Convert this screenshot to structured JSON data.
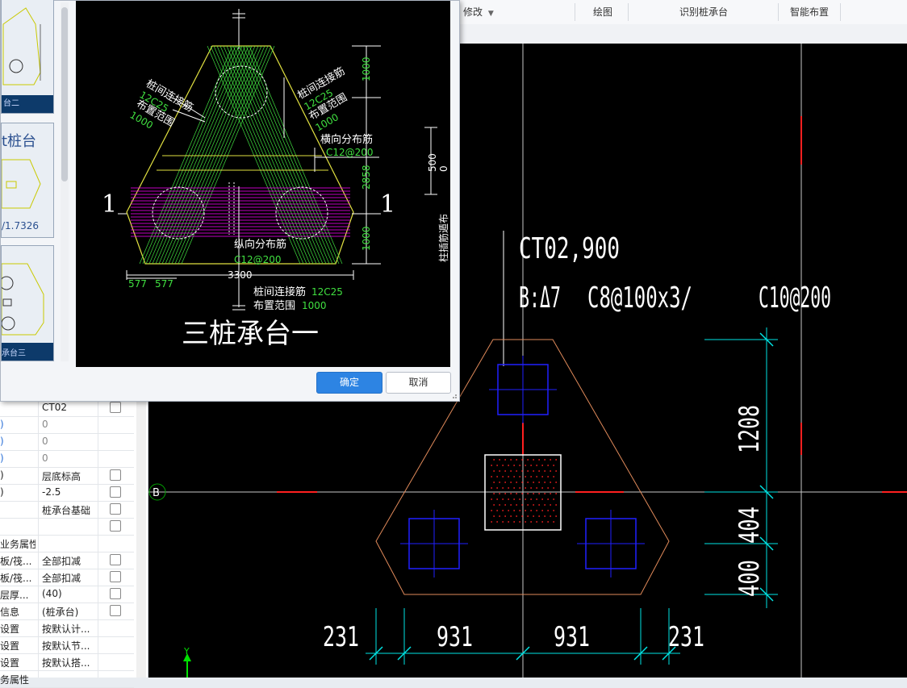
{
  "toolbar": {
    "modify_label": "修改",
    "draw_label": "绘图",
    "identify_label": "识别桩承台",
    "smart_layout_label": "智能布置"
  },
  "dialog": {
    "thumbnails": [
      {
        "caption": "台二"
      },
      {
        "title": "t桩台",
        "ratio": "/1.7326"
      },
      {
        "caption": "承台三"
      }
    ],
    "preview": {
      "title": "三桩承台一",
      "section_mark_left": "1",
      "section_mark_right": "1",
      "label_link_left": "桩间连接筋",
      "label_link_left_spec": "12C25",
      "label_range_left": "布置范围",
      "label_range_left_val": "1000",
      "label_link_right": "桩间连接筋",
      "label_link_right_spec": "12C25",
      "label_range_right": "布置范围",
      "label_range_right_val": "1000",
      "label_transverse": "横向分布筋",
      "label_transverse_spec": "C12@200",
      "label_longitudinal": "纵向分布筋",
      "label_longitudinal_spec": "C12@200",
      "label_link_bottom": "桩间连接筋",
      "label_link_bottom_spec": "12C25",
      "label_range_bottom": "布置范围",
      "label_range_bottom_val": "1000",
      "dim_top": "1000",
      "dim_mid": "2858",
      "dim_bottom": "1000",
      "dim_width": "3300",
      "dim_577a": "577",
      "dim_577b": "577",
      "dim_500": "500",
      "dim_0": "0",
      "side_text": "柱插筋遁布"
    },
    "ok_label": "确定",
    "cancel_label": "取消"
  },
  "properties": {
    "rows": [
      {
        "key": "",
        "value": "CT02",
        "checkbox": true,
        "value_gray": false,
        "key_blue": false
      },
      {
        "key": ")",
        "value": "0",
        "checkbox": false,
        "value_gray": true,
        "key_blue": true
      },
      {
        "key": ")",
        "value": "0",
        "checkbox": false,
        "value_gray": true,
        "key_blue": true
      },
      {
        "key": ")",
        "value": "0",
        "checkbox": false,
        "value_gray": true,
        "key_blue": true
      },
      {
        "key": ")",
        "value": "层底标高",
        "checkbox": true,
        "value_gray": false,
        "key_blue": false
      },
      {
        "key": ")",
        "value": "-2.5",
        "checkbox": true,
        "value_gray": false,
        "key_blue": false
      },
      {
        "key": "",
        "value": "桩承台基础",
        "checkbox": true,
        "value_gray": false,
        "key_blue": false
      },
      {
        "key": "",
        "value": "",
        "checkbox": true,
        "value_gray": false,
        "key_blue": false
      },
      {
        "key": "业务属性",
        "value": "",
        "checkbox": false,
        "value_gray": false,
        "key_blue": false
      },
      {
        "key": "板/筏...",
        "value": "全部扣减",
        "checkbox": true,
        "value_gray": false,
        "key_blue": false
      },
      {
        "key": "板/筏...",
        "value": "全部扣减",
        "checkbox": true,
        "value_gray": false,
        "key_blue": false
      },
      {
        "key": "层厚...",
        "value": "(40)",
        "checkbox": true,
        "value_gray": false,
        "key_blue": false
      },
      {
        "key": "信息",
        "value": "(桩承台)",
        "checkbox": true,
        "value_gray": false,
        "key_blue": false
      },
      {
        "key": "设置",
        "value": "按默认计...",
        "checkbox": false,
        "value_gray": false,
        "key_blue": false
      },
      {
        "key": "设置",
        "value": "按默认节...",
        "checkbox": false,
        "value_gray": false,
        "key_blue": false
      },
      {
        "key": "设置",
        "value": "按默认搭...",
        "checkbox": false,
        "value_gray": false,
        "key_blue": false
      },
      {
        "key": "务属性",
        "value": "",
        "checkbox": false,
        "value_gray": false,
        "key_blue": false
      }
    ]
  },
  "canvas": {
    "element_name": "CT02,900",
    "rebar_label_a": "B:Δ7",
    "rebar_label_b": "C8@100x3/",
    "rebar_label_c": "C10@200",
    "axis_label": "B",
    "axis_y": "Y",
    "dim_1208": "1208",
    "dim_404": "404",
    "dim_400": "400",
    "dim_231_left": "231",
    "dim_931_left": "931",
    "dim_931_right": "931",
    "dim_231_right": "231"
  },
  "colors": {
    "accent_blue": "#2d84e3",
    "cad_bg": "#000000",
    "cad_cyan": "#00e5e5",
    "cad_green": "#00e000",
    "cad_white": "#ffffff",
    "cad_magenta": "#ff00ff",
    "cad_orange": "#e08a5a",
    "cad_blue": "#2020ff",
    "cad_red": "#ff2020"
  }
}
